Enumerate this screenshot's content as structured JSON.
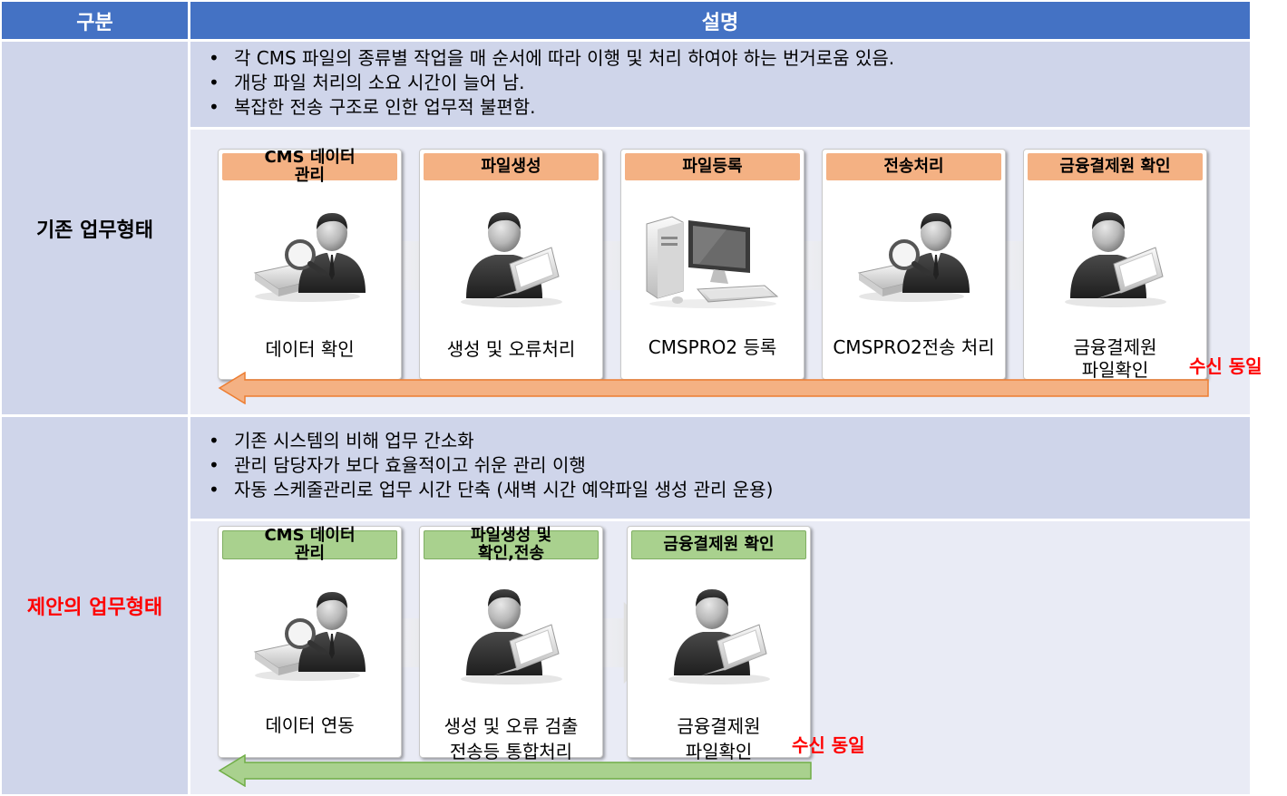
{
  "header": {
    "col_category": "구분",
    "col_description": "설명"
  },
  "existing": {
    "label": "기존 업무형태",
    "bullets": [
      "각 CMS 파일의 종류별 작업을 매 순서에 따라 이행 및 처리 하여야 하는 번거로움 있음.",
      "개당 파일 처리의 소요 시간이 늘어 남.",
      "복잡한 전송 구조로 인한 업무적 불편함."
    ],
    "steps": [
      {
        "title": "CMS 데이터\n관리",
        "caption": "데이터 확인",
        "icon": "person-magnifier-icon"
      },
      {
        "title": "파일생성",
        "caption": "생성 및 오류처리",
        "icon": "person-laptop-icon"
      },
      {
        "title": "파일등록",
        "caption": "CMSPRO2 등록",
        "icon": "desktop-computer-icon"
      },
      {
        "title": "전송처리",
        "caption": "CMSPRO2전송 처리",
        "icon": "person-magnifier-icon"
      },
      {
        "title": "금융결제원 확인",
        "caption": "금융결제원\n파일확인",
        "icon": "person-laptop-icon"
      }
    ],
    "return_label": "수신 동일",
    "arrow_color": "#f4b183"
  },
  "proposed": {
    "label": "제안의 업무형태",
    "label_color": "#ff0000",
    "bullets": [
      "기존 시스템의 비해 업무 간소화",
      "관리 담당자가 보다 효율적이고 쉬운 관리 이행",
      "자동 스케줄관리로 업무 시간 단축 (새벽 시간 예약파일 생성 관리 운용)"
    ],
    "steps": [
      {
        "title": "CMS 데이터\n관리",
        "caption": "데이터 연동",
        "icon": "person-magnifier-icon"
      },
      {
        "title": "파일생성 및\n확인,전송",
        "caption": "생성 및 오류 검출\n전송등 통합처리",
        "icon": "person-laptop-icon"
      },
      {
        "title": "금융결제원 확인",
        "caption": "금융결제원\n파일확인",
        "icon": "person-laptop-icon"
      }
    ],
    "return_label": "수신 동일",
    "arrow_color": "#a9d18e"
  },
  "colors": {
    "header": "#4472c4",
    "band": "#cfd5ea",
    "body": "#e9ebf5"
  }
}
